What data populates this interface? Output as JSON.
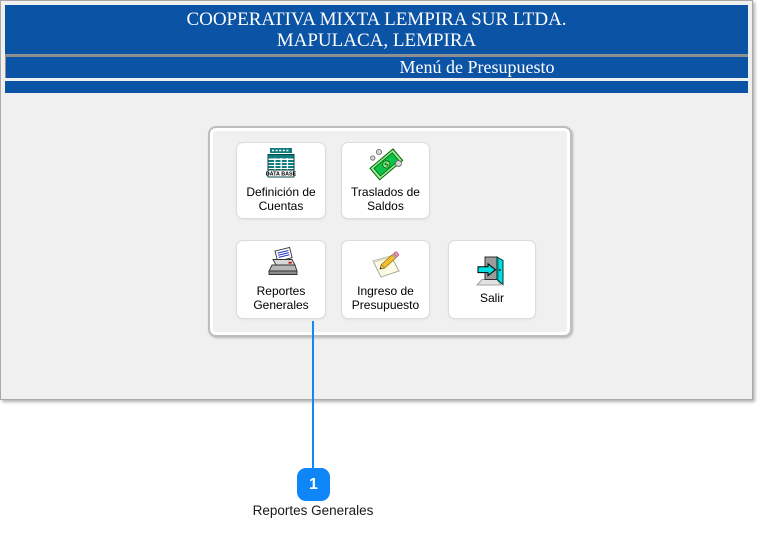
{
  "window": {
    "header": {
      "line1": "COOPERATIVA MIXTA LEMPIRA SUR LTDA.",
      "line2": "MAPULACA, LEMPIRA"
    },
    "menubar": {
      "title": "Menú de Presupuesto"
    }
  },
  "panel": {
    "buttons": [
      {
        "id": "definicion-cuentas",
        "line1": "Definición de",
        "line2": "Cuentas",
        "icon": "database-icon",
        "icon_text": "DATA BASE"
      },
      {
        "id": "traslados-saldos",
        "line1": "Traslados de",
        "line2": "Saldos",
        "icon": "money-transfer-icon",
        "icon_text": "$"
      },
      {
        "id": "reportes-generales",
        "line1": "Reportes",
        "line2": "Generales",
        "icon": "printer-icon"
      },
      {
        "id": "ingreso-presupuesto",
        "line1": "Ingreso de",
        "line2": "Presupuesto",
        "icon": "notepad-pencil-icon"
      },
      {
        "id": "salir",
        "line1": "Salir",
        "line2": "",
        "icon": "exit-door-icon"
      }
    ]
  },
  "annotation": {
    "number": "1",
    "label": "Reportes Generales"
  },
  "colors": {
    "header_blue": "#0b53a5",
    "body_gray": "#f0f0f0",
    "button_white": "#ffffff",
    "callout_blue": "#0e86f7",
    "connector_blue": "#1287f5"
  }
}
